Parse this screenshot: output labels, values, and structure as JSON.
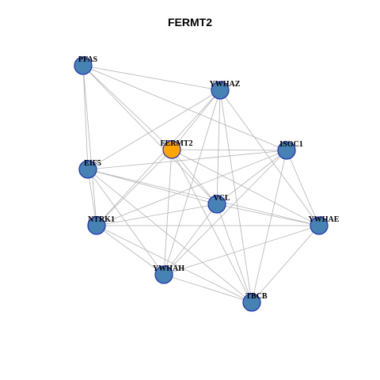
{
  "title": "FERMT2",
  "colors": {
    "node": "#4682b4",
    "highlight": "#ffa500",
    "node_border": "#1f2fb8",
    "edge": "#b3b3b3"
  },
  "nodes": [
    {
      "id": "PFAS",
      "label": "PFAS",
      "highlight": false
    },
    {
      "id": "YWHAZ",
      "label": "YWHAZ",
      "highlight": false
    },
    {
      "id": "FERMT2",
      "label": "FERMT2",
      "highlight": true
    },
    {
      "id": "ISOC1",
      "label": "ISOC1",
      "highlight": false
    },
    {
      "id": "EIF5",
      "label": "EIF5",
      "highlight": false
    },
    {
      "id": "VCL",
      "label": "VCL",
      "highlight": false
    },
    {
      "id": "NTRK1",
      "label": "NTRK1",
      "highlight": false
    },
    {
      "id": "YWHAE",
      "label": "YWHAE",
      "highlight": false
    },
    {
      "id": "YWHAH",
      "label": "YWHAH",
      "highlight": false
    },
    {
      "id": "TBCB",
      "label": "TBCB",
      "highlight": false
    }
  ],
  "edges": [
    [
      "PFAS",
      "YWHAZ"
    ],
    [
      "PFAS",
      "ISOC1"
    ],
    [
      "PFAS",
      "FERMT2"
    ],
    [
      "PFAS",
      "EIF5"
    ],
    [
      "PFAS",
      "NTRK1"
    ],
    [
      "PFAS",
      "VCL"
    ],
    [
      "YWHAZ",
      "FERMT2"
    ],
    [
      "YWHAZ",
      "EIF5"
    ],
    [
      "YWHAZ",
      "VCL"
    ],
    [
      "YWHAZ",
      "YWHAE"
    ],
    [
      "YWHAZ",
      "YWHAH"
    ],
    [
      "YWHAZ",
      "NTRK1"
    ],
    [
      "YWHAZ",
      "TBCB"
    ],
    [
      "FERMT2",
      "ISOC1"
    ],
    [
      "FERMT2",
      "VCL"
    ],
    [
      "FERMT2",
      "NTRK1"
    ],
    [
      "FERMT2",
      "YWHAH"
    ],
    [
      "FERMT2",
      "TBCB"
    ],
    [
      "FERMT2",
      "YWHAE"
    ],
    [
      "ISOC1",
      "EIF5"
    ],
    [
      "ISOC1",
      "VCL"
    ],
    [
      "ISOC1",
      "NTRK1"
    ],
    [
      "ISOC1",
      "YWHAE"
    ],
    [
      "ISOC1",
      "YWHAH"
    ],
    [
      "ISOC1",
      "TBCB"
    ],
    [
      "EIF5",
      "VCL"
    ],
    [
      "EIF5",
      "NTRK1"
    ],
    [
      "EIF5",
      "YWHAH"
    ],
    [
      "EIF5",
      "YWHAE"
    ],
    [
      "EIF5",
      "TBCB"
    ],
    [
      "VCL",
      "NTRK1"
    ],
    [
      "VCL",
      "YWHAE"
    ],
    [
      "VCL",
      "YWHAH"
    ],
    [
      "VCL",
      "TBCB"
    ],
    [
      "NTRK1",
      "YWHAE"
    ],
    [
      "NTRK1",
      "YWHAH"
    ],
    [
      "NTRK1",
      "TBCB"
    ],
    [
      "YWHAE",
      "YWHAH"
    ],
    [
      "YWHAE",
      "TBCB"
    ],
    [
      "YWHAH",
      "TBCB"
    ]
  ]
}
